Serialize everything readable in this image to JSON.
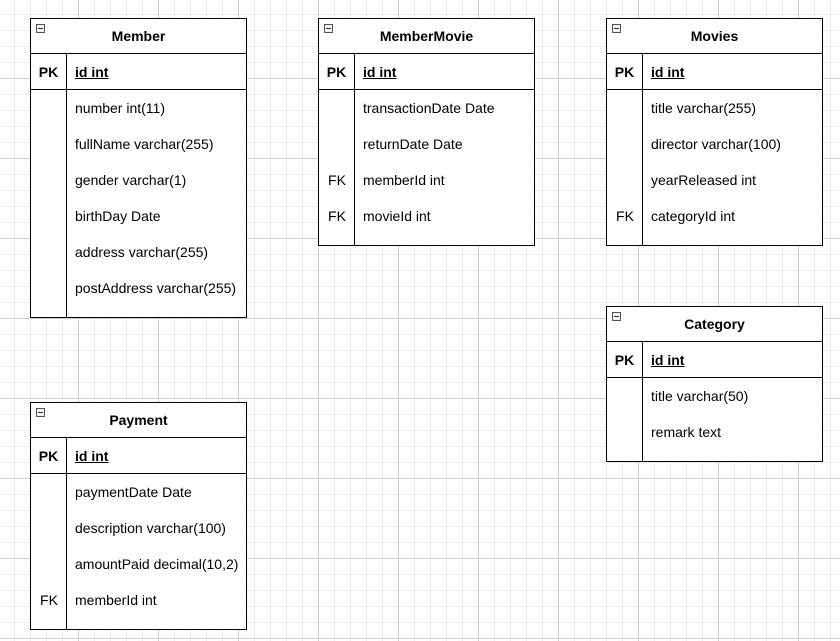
{
  "entities": [
    {
      "title": "Member",
      "pk": {
        "key": "PK",
        "name": "id int"
      },
      "fields": [
        {
          "key": "",
          "name": "number int(11)"
        },
        {
          "key": "",
          "name": "fullName varchar(255)"
        },
        {
          "key": "",
          "name": "gender varchar(1)"
        },
        {
          "key": "",
          "name": "birthDay Date"
        },
        {
          "key": "",
          "name": "address varchar(255)"
        },
        {
          "key": "",
          "name": "postAddress varchar(255)"
        }
      ]
    },
    {
      "title": "MemberMovie",
      "pk": {
        "key": "PK",
        "name": "id int"
      },
      "fields": [
        {
          "key": "",
          "name": "transactionDate Date"
        },
        {
          "key": "",
          "name": "returnDate Date"
        },
        {
          "key": "FK",
          "name": "memberId int"
        },
        {
          "key": "FK",
          "name": "movieId int"
        }
      ]
    },
    {
      "title": "Movies",
      "pk": {
        "key": "PK",
        "name": "id int"
      },
      "fields": [
        {
          "key": "",
          "name": "title varchar(255)"
        },
        {
          "key": "",
          "name": "director varchar(100)"
        },
        {
          "key": "",
          "name": "yearReleased int"
        },
        {
          "key": "FK",
          "name": "categoryId int"
        }
      ]
    },
    {
      "title": "Category",
      "pk": {
        "key": "PK",
        "name": "id int"
      },
      "fields": [
        {
          "key": "",
          "name": "title varchar(50)"
        },
        {
          "key": "",
          "name": "remark text"
        }
      ]
    },
    {
      "title": "Payment",
      "pk": {
        "key": "PK",
        "name": "id int"
      },
      "fields": [
        {
          "key": "",
          "name": "paymentDate Date"
        },
        {
          "key": "",
          "name": "description varchar(100)"
        },
        {
          "key": "",
          "name": "amountPaid decimal(10,2)"
        },
        {
          "key": "FK",
          "name": "memberId int"
        }
      ]
    }
  ]
}
